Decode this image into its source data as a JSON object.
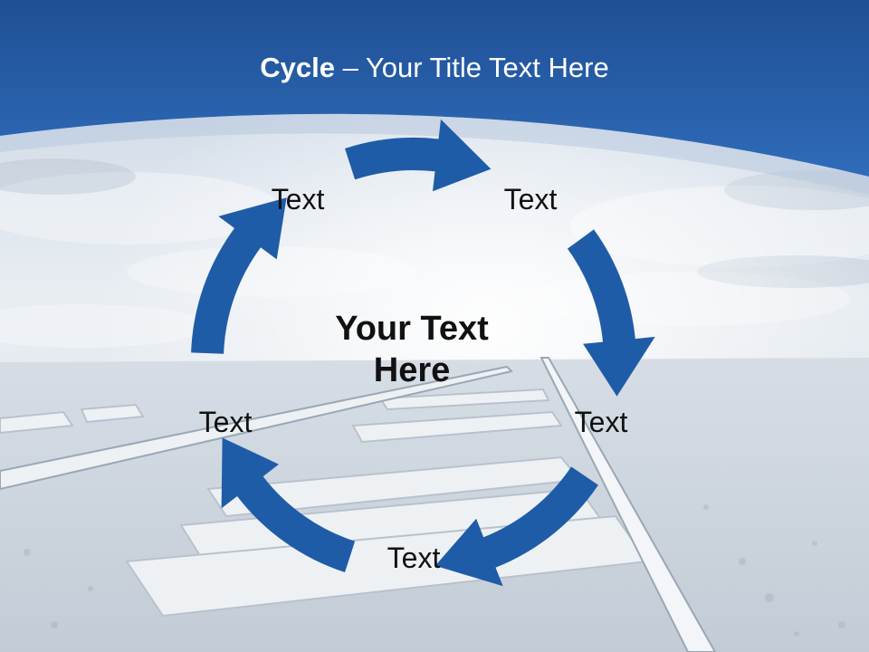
{
  "slide": {
    "title_bold": "Cycle",
    "title_rest": " – Your Title Text Here",
    "center_line1": "Your Text",
    "center_line2": "Here",
    "nodes": [
      "Text",
      "Text",
      "Text",
      "Text",
      "Text"
    ]
  },
  "colors": {
    "header_blue": "#2a63b0",
    "arrow_blue": "#1f5ca8",
    "sky_light": "#e9eef4",
    "text_dark": "#111111",
    "title_white": "#ffffff"
  },
  "icons": [
    "cycle-arrow-icon"
  ]
}
